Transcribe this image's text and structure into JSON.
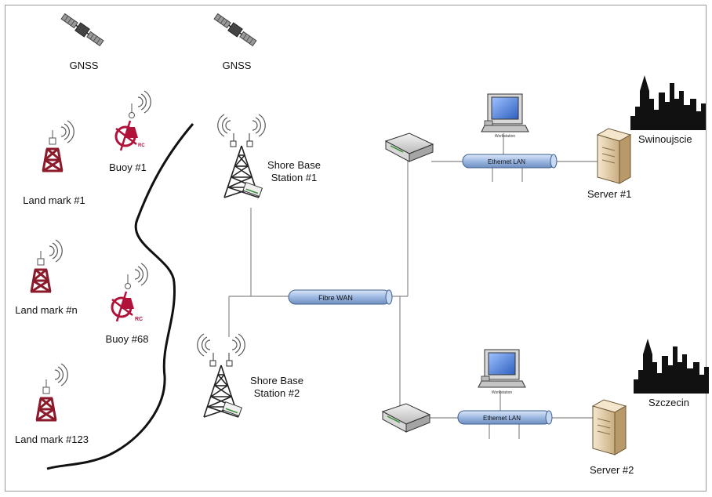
{
  "satellites": [
    {
      "label": "GNSS"
    },
    {
      "label": "GNSS"
    }
  ],
  "landmarks": [
    {
      "label": "Land mark #1"
    },
    {
      "label": "Land mark #n"
    },
    {
      "label": "Land mark #123"
    }
  ],
  "buoys": [
    {
      "label": "Buoy #1",
      "mark": "RC"
    },
    {
      "label": "Buoy #68",
      "mark": "RC"
    }
  ],
  "stations": [
    {
      "label_line1": "Shore Base",
      "label_line2": "Station #1"
    },
    {
      "label_line1": "Shore Base",
      "label_line2": "Station #2"
    }
  ],
  "wan": {
    "label": "Fibre WAN"
  },
  "sites": [
    {
      "city": "Swinoujscie",
      "lan_label": "Ethernet LAN",
      "workstation_label": "Workstation",
      "server_label": "Server #1"
    },
    {
      "city": "Szczecin",
      "lan_label": "Ethernet LAN",
      "workstation_label": "Workstation",
      "server_label": "Server #2"
    }
  ],
  "colors": {
    "tower": "#8b1a2b",
    "buoy": "#b0123a",
    "bus_fill": "#a9c4e8",
    "bus_stroke": "#3f5f8f",
    "skyline": "#111111",
    "server": "#e6d1ad",
    "line": "#888888"
  }
}
